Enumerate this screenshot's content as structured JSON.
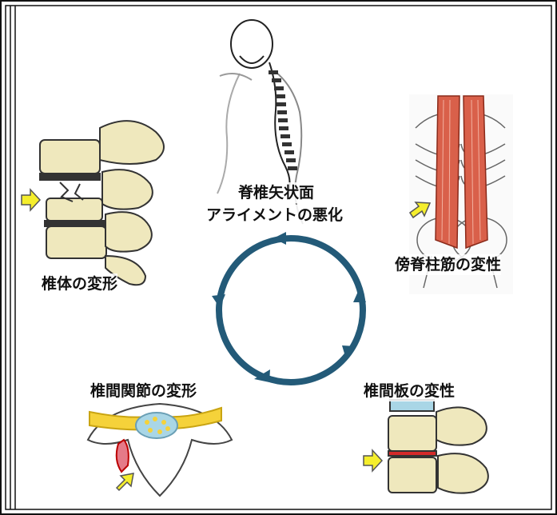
{
  "labels": {
    "top_line1": "脊椎矢状面",
    "top_line2": "アライメントの悪化",
    "right": "傍脊柱筋の変性",
    "left": "椎体の変形",
    "bottom_left": "椎間関節の変形",
    "bottom_right": "椎間板の変性"
  },
  "colors": {
    "cycle_arrow": "#235a78",
    "indicator_arrow": "#f5ee2c",
    "bone": "#efe8bd",
    "muscle": "#d9604a",
    "disc": "#a9d6e6"
  },
  "icons": [
    "spine-skeleton-icon",
    "back-muscle-icon",
    "fractured-vertebra-icon",
    "facet-joint-icon",
    "disc-degeneration-icon",
    "cycle-arrow-icon"
  ]
}
